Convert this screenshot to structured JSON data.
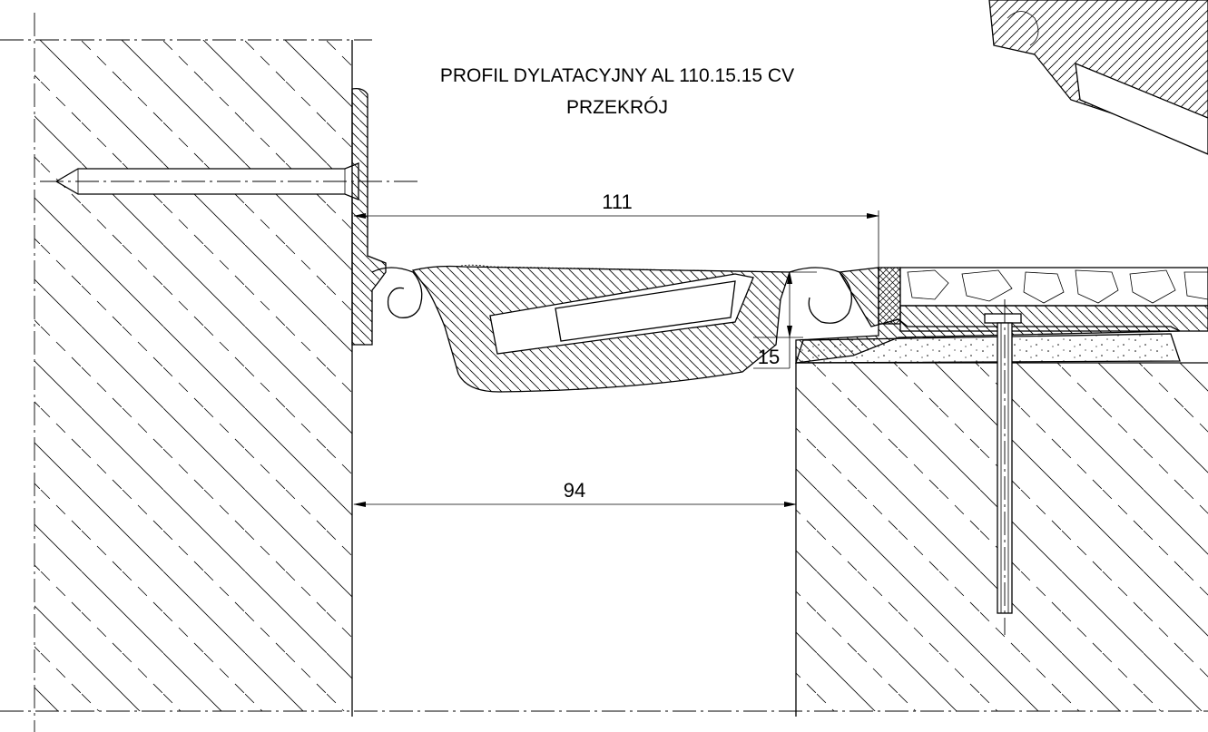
{
  "title": {
    "line1": "PROFIL DYLATACYJNY AL 110.15.15 CV",
    "line2": "PRZEKRÓJ"
  },
  "dimensions": {
    "top_width": "111",
    "gap_width": "94",
    "height": "15"
  }
}
